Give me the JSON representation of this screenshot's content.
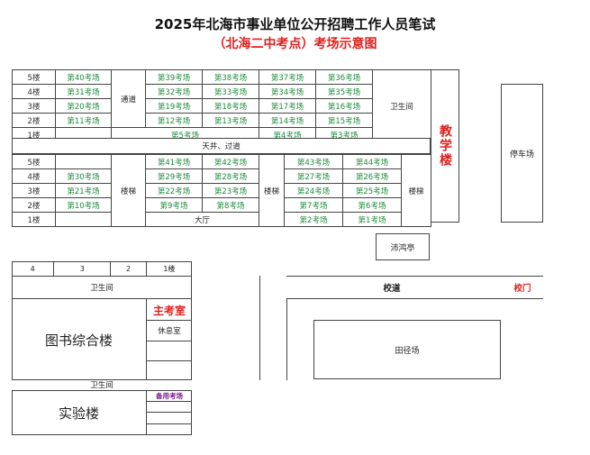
{
  "title": "2025年北海市事业单位公开招聘工作人员笔试",
  "subtitle": "（北海二中考点）考场示意图",
  "upper": {
    "floors": [
      "5楼",
      "4楼",
      "3楼",
      "2楼",
      "1楼"
    ],
    "left": [
      "第40考场",
      "第31考场",
      "第20考场",
      "第11考场",
      ""
    ],
    "passage": "通道",
    "mid": [
      [
        "第39考场",
        "第38考场",
        "第37考场",
        "第36考场"
      ],
      [
        "第32考场",
        "第33考场",
        "第34考场",
        "第35考场"
      ],
      [
        "第19考场",
        "第18考场",
        "第17考场",
        "第16考场"
      ],
      [
        "第12考场",
        "第13考场",
        "第14考场",
        "第15考场"
      ]
    ],
    "first_floor": [
      "第5考场",
      "第4考场",
      "第3考场"
    ],
    "toilet": "卫生间"
  },
  "corridor": "天井、过道",
  "lower": {
    "floors": [
      "5楼",
      "4楼",
      "3楼",
      "2楼",
      "1楼"
    ],
    "left": [
      "",
      "第30考场",
      "第21考场",
      "第10考场",
      ""
    ],
    "stair": "楼梯",
    "midA": [
      [
        "第41考场",
        "第42考场"
      ],
      [
        "第29考场",
        "第28考场"
      ],
      [
        "第22考场",
        "第23考场"
      ],
      [
        "第9考场",
        "第8考场"
      ]
    ],
    "hall": "大厅",
    "midB": [
      [
        "第43考场",
        "第44考场"
      ],
      [
        "第27考场",
        "第26考场"
      ],
      [
        "第24考场",
        "第25考场"
      ],
      [
        "第7考场",
        "第6考场"
      ],
      [
        "第2考场",
        "第1考场"
      ]
    ]
  },
  "teaching_building": "教学楼",
  "parking": "停车场",
  "pavilion": "沛鸿亭",
  "library": {
    "floor_labels": [
      "4",
      "3",
      "2",
      "1楼"
    ],
    "toilet_top": "卫生间",
    "name": "图书综合楼",
    "main_exam_room": "主考室",
    "rest_room": "休息室",
    "toilet_bottom": "卫生间"
  },
  "lab": {
    "name": "实验楼",
    "backup": "备用考场"
  },
  "campus_road": "校道",
  "school_gate": "校门",
  "track": "田径场"
}
